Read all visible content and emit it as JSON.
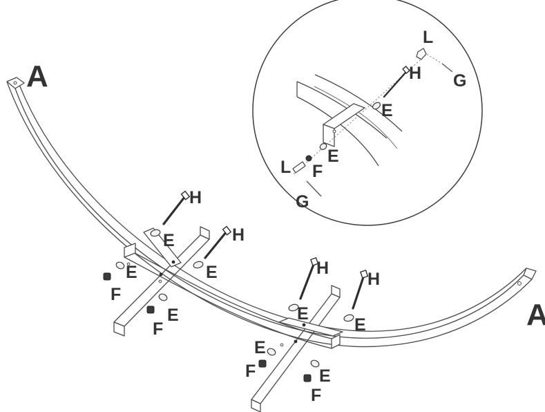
{
  "labels": {
    "frame_left": "A",
    "frame_right": "A",
    "bolt_1": "H",
    "bolt_2": "H",
    "bolt_3": "H",
    "bolt_4": "H",
    "washer_1": "E",
    "washer_2": "E",
    "washer_3": "E",
    "washer_4": "E",
    "washer_5": "E",
    "washer_6": "E",
    "washer_7": "E",
    "washer_8": "E",
    "nut_1": "F",
    "nut_2": "F",
    "nut_3": "F",
    "nut_4": "F"
  },
  "detail": {
    "wrench_top": "L",
    "wrench_bottom": "L",
    "rod_top": "G",
    "rod_bottom": "G",
    "bolt": "H",
    "washer_top": "E",
    "washer_bottom": "E",
    "nut": "F"
  }
}
